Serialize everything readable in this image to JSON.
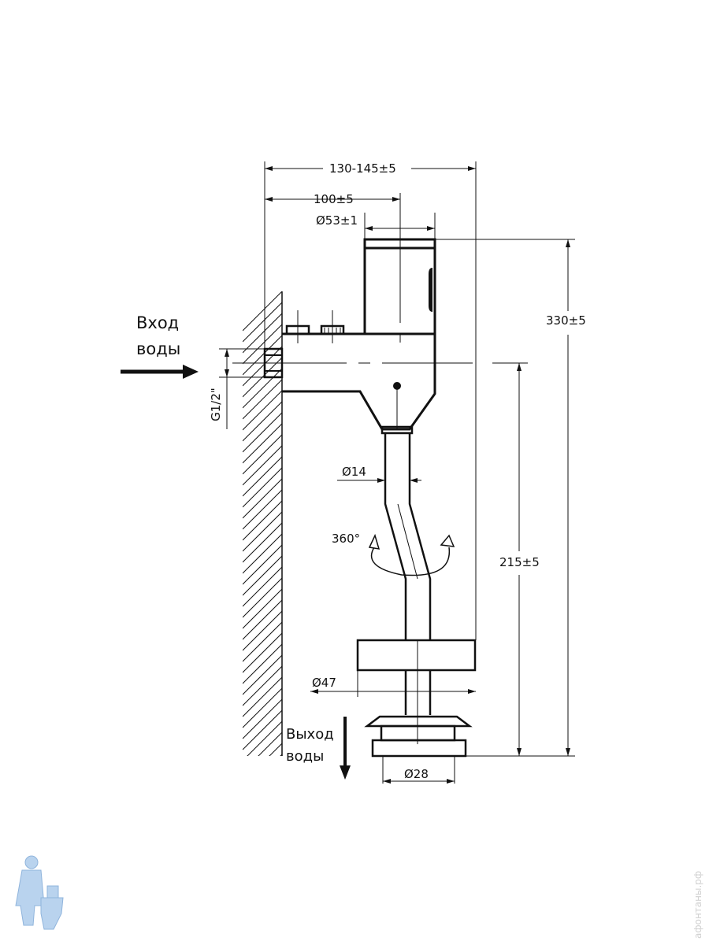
{
  "labels": {
    "inlet_line1": "Вход",
    "inlet_line2": "воды",
    "outlet_line1": "Выход",
    "outlet_line2": "воды"
  },
  "dimensions": {
    "overall_width": "130-145±5",
    "axis_offset": "100±5",
    "sensor_diameter": "Ø53±1",
    "total_height": "330±5",
    "thread": "G1/2\"",
    "pipe_diameter": "Ø14",
    "rotation": "360°",
    "pipe_height": "215±5",
    "flange_diameter": "Ø47",
    "outlet_diameter": "Ø28"
  },
  "watermark": "афонтаны.рф",
  "colors": {
    "line": "#111111",
    "logo": "#a9c8e8"
  }
}
